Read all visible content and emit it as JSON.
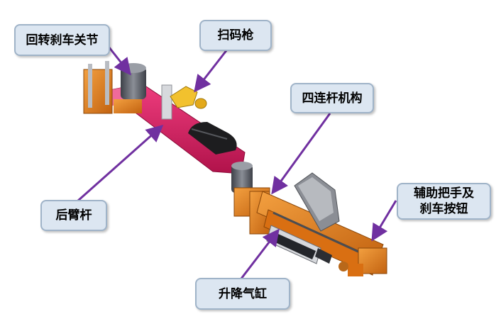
{
  "labels": {
    "slewing_brake_joint": "回转刹车关节",
    "barcode_scanner": "扫码枪",
    "four_bar_linkage": "四连杆机构",
    "rear_arm": "后臂杆",
    "aux_handle_brake_button": "辅助把手及刹车按钮",
    "lift_cylinder": "升降气缸"
  },
  "colors": {
    "callout_fill": "#dce6f1",
    "callout_border": "#9fb3c8",
    "leader_line": "#7030a0",
    "arm_pink": "#d81b60",
    "bracket_orange": "#e07a10",
    "motor_gray": "#6b6f78"
  }
}
